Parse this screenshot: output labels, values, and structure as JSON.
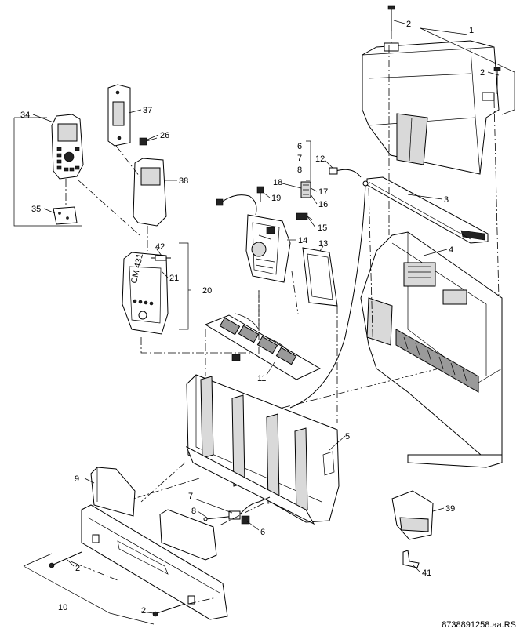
{
  "drawing": {
    "reference_code": "8738891258.aa.RS",
    "front_panel_label": "CM 431"
  },
  "callouts": [
    {
      "id": "c1",
      "text": "1"
    },
    {
      "id": "c2a",
      "text": "2"
    },
    {
      "id": "c2b",
      "text": "2"
    },
    {
      "id": "c2c",
      "text": "2"
    },
    {
      "id": "c2d",
      "text": "2"
    },
    {
      "id": "c3",
      "text": "3"
    },
    {
      "id": "c4",
      "text": "4"
    },
    {
      "id": "c5",
      "text": "5"
    },
    {
      "id": "c6a",
      "text": "6"
    },
    {
      "id": "c6b",
      "text": "6"
    },
    {
      "id": "c7a",
      "text": "7"
    },
    {
      "id": "c7b",
      "text": "7"
    },
    {
      "id": "c8a",
      "text": "8"
    },
    {
      "id": "c8b",
      "text": "8"
    },
    {
      "id": "c9",
      "text": "9"
    },
    {
      "id": "c10",
      "text": "10"
    },
    {
      "id": "c11",
      "text": "11"
    },
    {
      "id": "c12",
      "text": "12"
    },
    {
      "id": "c13",
      "text": "13"
    },
    {
      "id": "c14",
      "text": "14"
    },
    {
      "id": "c15",
      "text": "15"
    },
    {
      "id": "c16",
      "text": "16"
    },
    {
      "id": "c17",
      "text": "17"
    },
    {
      "id": "c18",
      "text": "18"
    },
    {
      "id": "c19",
      "text": "19"
    },
    {
      "id": "c20",
      "text": "20"
    },
    {
      "id": "c21",
      "text": "21"
    },
    {
      "id": "c26",
      "text": "26"
    },
    {
      "id": "c34",
      "text": "34"
    },
    {
      "id": "c35",
      "text": "35"
    },
    {
      "id": "c37",
      "text": "37"
    },
    {
      "id": "c38",
      "text": "38"
    },
    {
      "id": "c39",
      "text": "39"
    },
    {
      "id": "c41",
      "text": "41"
    },
    {
      "id": "c42",
      "text": "42"
    }
  ]
}
